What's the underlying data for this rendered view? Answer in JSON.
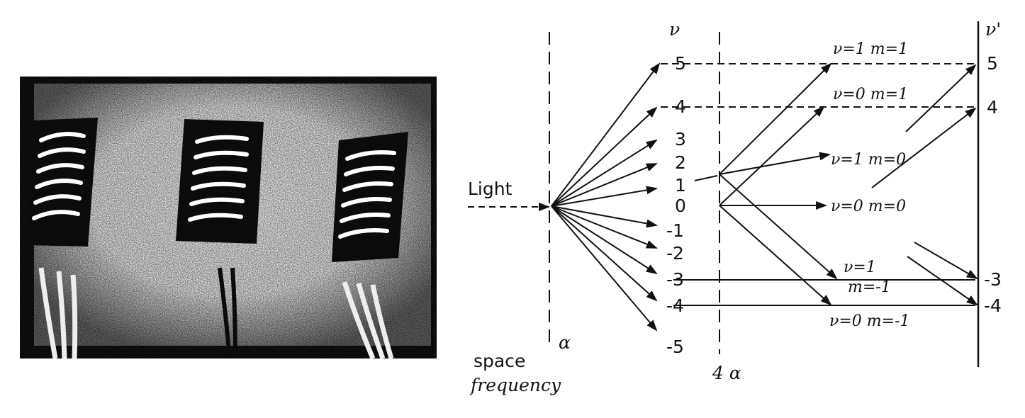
{
  "left_labels": {
    "light": "Light",
    "space": "space",
    "frequency": "frequency",
    "alpha": "α",
    "nu": "ν",
    "four_alpha": "4 α"
  },
  "orders": [
    "5",
    "4",
    "3",
    "2",
    "1",
    "0",
    "-1",
    "-2",
    "-3",
    "-4",
    "-5"
  ],
  "right_axis": {
    "nu_prime": "ν'",
    "labels": [
      "5",
      "4",
      "-3",
      "-4"
    ]
  },
  "mode_labels": {
    "m1": "ν=1  m=1",
    "m2": "ν=0  m=1",
    "m3": "ν=1  m=0",
    "m4": "ν=0  m=0",
    "m5a": "ν=1",
    "m5b": "m=-1",
    "m6": "ν=0  m=-1"
  },
  "colors": {
    "ink": "#111111",
    "paper": "#ffffff"
  }
}
